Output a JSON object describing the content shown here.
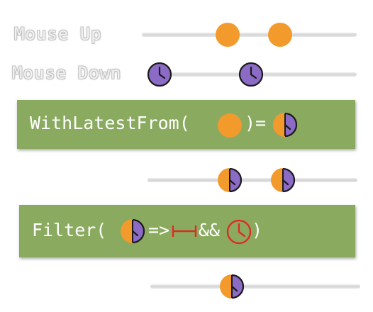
{
  "streams": {
    "mouse_up_label": "Mouse Up",
    "mouse_down_label": "Mouse Down"
  },
  "operators": {
    "with_latest_from": {
      "prefix": "WithLatestFrom(",
      "mid": ")=",
      "suffix": ""
    },
    "filter": {
      "prefix": "Filter(",
      "arrow": "=>",
      "and": "&&",
      "close": ")"
    }
  },
  "icons": {
    "mouse_up_event": "orange-circle-icon",
    "mouse_down_event": "purple-clock-icon",
    "combined_event": "orange-purple-clock-icon",
    "time_span": "red-interval-icon",
    "timeout": "red-clock-icon"
  },
  "colors": {
    "orange": "#f39a2d",
    "purple": "#8b6bc6",
    "box": "#8aab5f",
    "red": "#dd2c26",
    "line": "#d9d9d9",
    "label": "#f2f2f2"
  }
}
